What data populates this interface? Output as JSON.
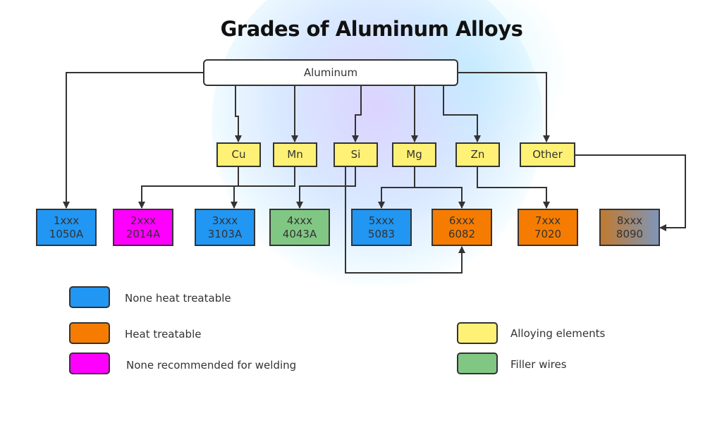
{
  "title": "Grades of Aluminum Alloys",
  "root": "Aluminum",
  "elements": [
    "Cu",
    "Mn",
    "Si",
    "Mg",
    "Zn",
    "Other"
  ],
  "grades": [
    {
      "series": "1xxx",
      "example": "1050A",
      "color": "#2196f3"
    },
    {
      "series": "2xxx",
      "example": "2014A",
      "color": "#ff00ff"
    },
    {
      "series": "3xxx",
      "example": "3103A",
      "color": "#2196f3"
    },
    {
      "series": "4xxx",
      "example": "4043A",
      "color": "#81c784"
    },
    {
      "series": "5xxx",
      "example": "5083",
      "color": "#2196f3"
    },
    {
      "series": "6xxx",
      "example": "6082",
      "color": "#f57c00"
    },
    {
      "series": "7xxx",
      "example": "7020",
      "color": "#f57c00"
    },
    {
      "series": "8xxx",
      "example": "8090",
      "color": "gradient #c07a30 to #7f95b8"
    }
  ],
  "legend": {
    "non_heat_treatable": {
      "label": "None heat treatable",
      "color": "#2196f3"
    },
    "heat_treatable": {
      "label": "Heat treatable",
      "color": "#f57c00"
    },
    "not_for_welding": {
      "label": "None recommended for welding",
      "color": "#ff00ff"
    },
    "alloying_elements": {
      "label": "Alloying elements",
      "color": "#fff176"
    },
    "filler_wires": {
      "label": "Filler wires",
      "color": "#81c784"
    }
  }
}
